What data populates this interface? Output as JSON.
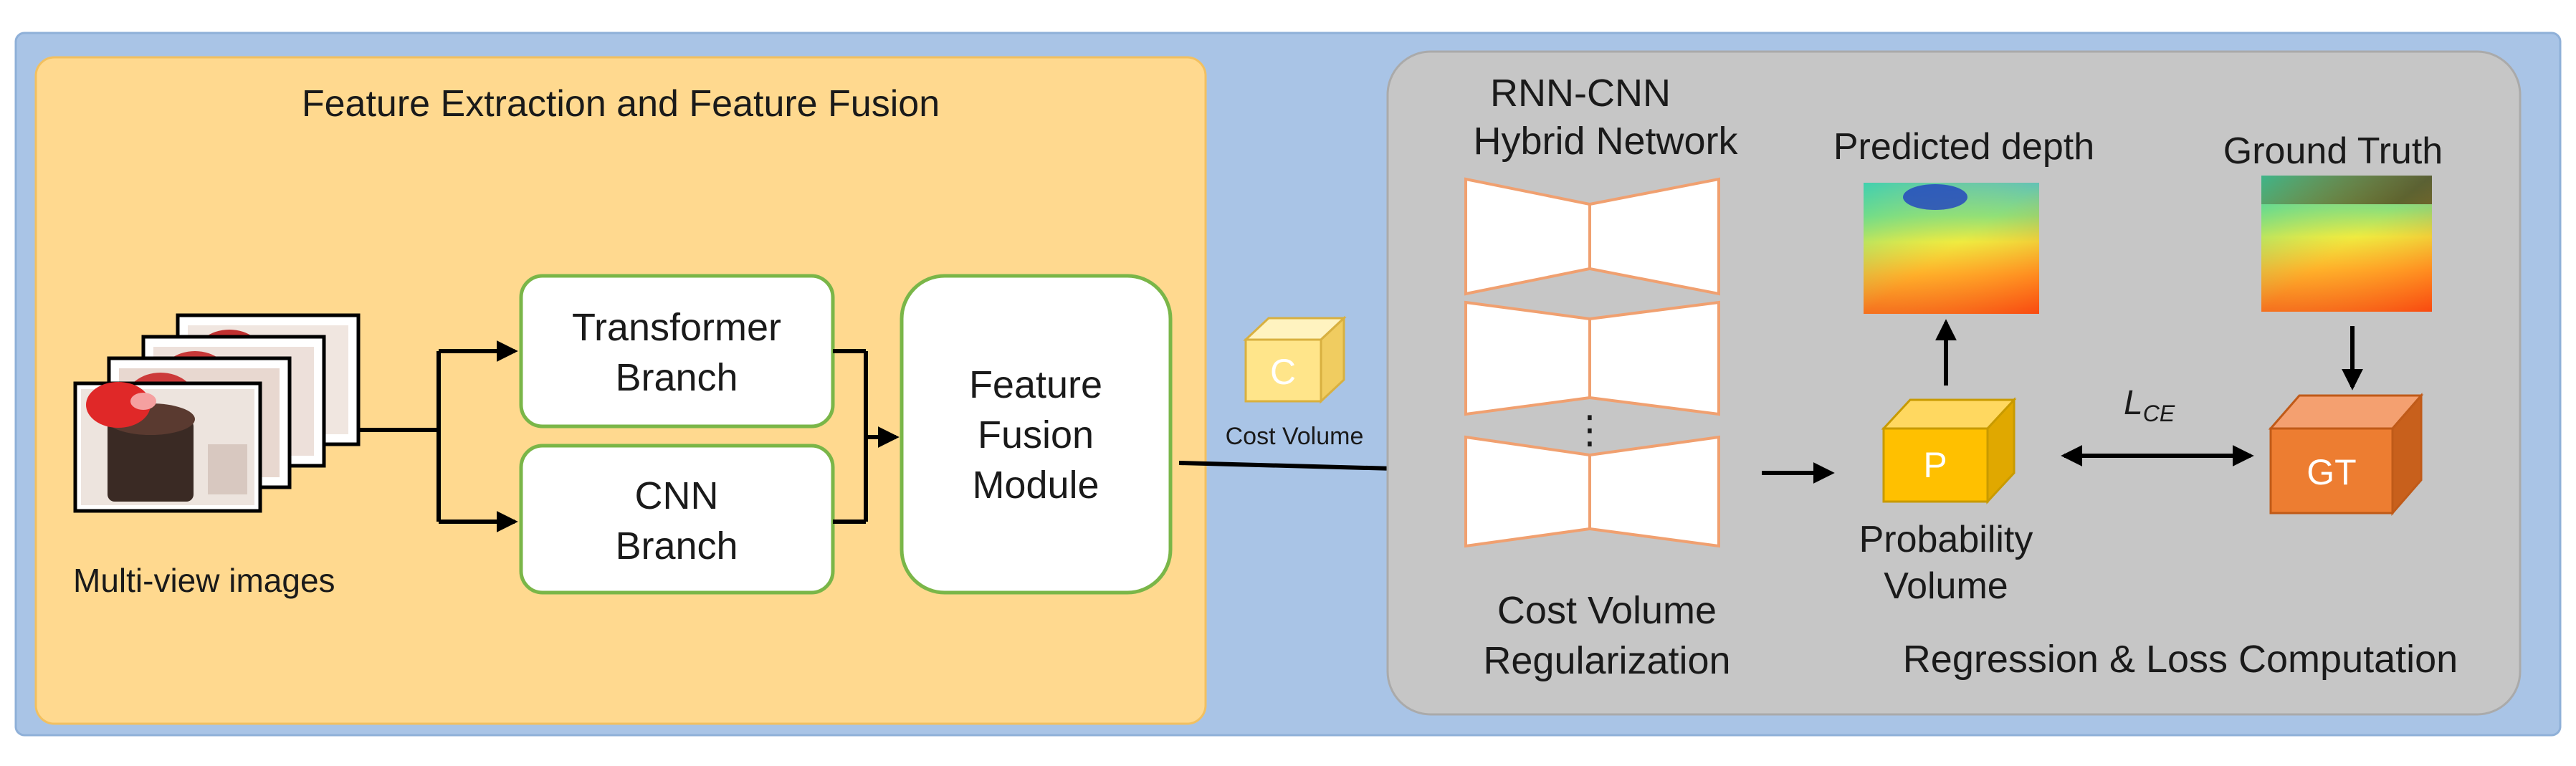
{
  "left_panel": {
    "title": "Feature Extraction and Feature Fusion",
    "input_label": "Multi-view images",
    "transformer_branch": [
      "Transformer",
      "Branch"
    ],
    "cnn_branch": [
      "CNN",
      "Branch"
    ],
    "fusion_module": [
      "Feature",
      "Fusion",
      "Module"
    ]
  },
  "middle": {
    "cube_letter": "C",
    "cost_volume_label": "Cost Volume"
  },
  "right_panel": {
    "network_title": [
      "RNN-CNN",
      "Hybrid Network"
    ],
    "ellipsis": "⋮",
    "regularization_label": [
      "Cost Volume",
      "Regularization"
    ],
    "predicted_depth_label": "Predicted depth",
    "ground_truth_label": "Ground Truth",
    "prob_cube_letter": "P",
    "prob_volume_label": [
      "Probability",
      "Volume"
    ],
    "loss_label_main": "L",
    "loss_label_sub": "CE",
    "gt_cube_letter": "GT",
    "section_label": "Regression & Loss Computation"
  },
  "colors": {
    "outer_frame": "#a9c4e6",
    "left_panel": "#ffd98f",
    "right_panel": "#c6c6c6",
    "block_border": "#7ab648",
    "encoder_border": "#f0a070",
    "cost_cube": "#ffe58a",
    "prob_cube": "#ffc000",
    "gt_cube": "#ed7d31"
  }
}
